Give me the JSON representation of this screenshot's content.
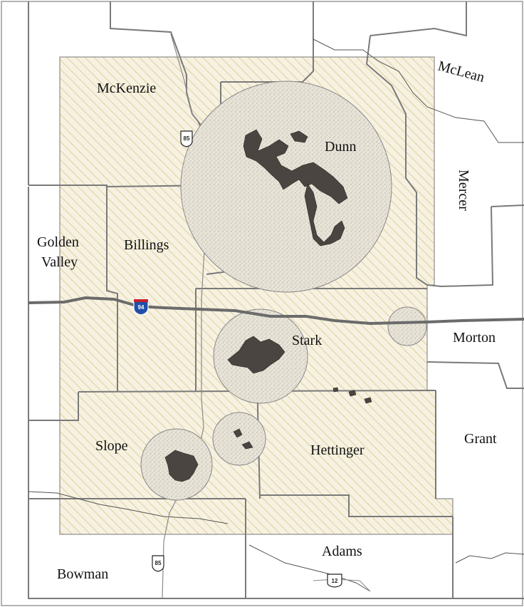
{
  "map": {
    "colors": {
      "background": "#ffffff",
      "county_line": "#7a7a7a",
      "study_area_fill": "#f6f1e1",
      "hatch": "#d8c98a",
      "buffer_fill": "#e7e2d6",
      "deposit_fill": "#4a4540",
      "interstate": "#6b6b6b",
      "road": "#8a8a8a"
    },
    "counties": {
      "mckenzie": "McKenzie",
      "mclean": "McLean",
      "dunn": "Dunn",
      "mercer": "Mercer",
      "golden_valley_line1": "Golden",
      "golden_valley_line2": "Valley",
      "billings": "Billings",
      "stark": "Stark",
      "morton": "Morton",
      "grant": "Grant",
      "slope": "Slope",
      "hettinger": "Hettinger",
      "adams": "Adams",
      "bowman": "Bowman"
    },
    "shields": {
      "i94": "94",
      "us85_north": "85",
      "us85_south": "85",
      "us12": "12"
    },
    "icons": {
      "interstate": "interstate-shield-icon",
      "us_route": "us-route-shield-icon"
    }
  }
}
